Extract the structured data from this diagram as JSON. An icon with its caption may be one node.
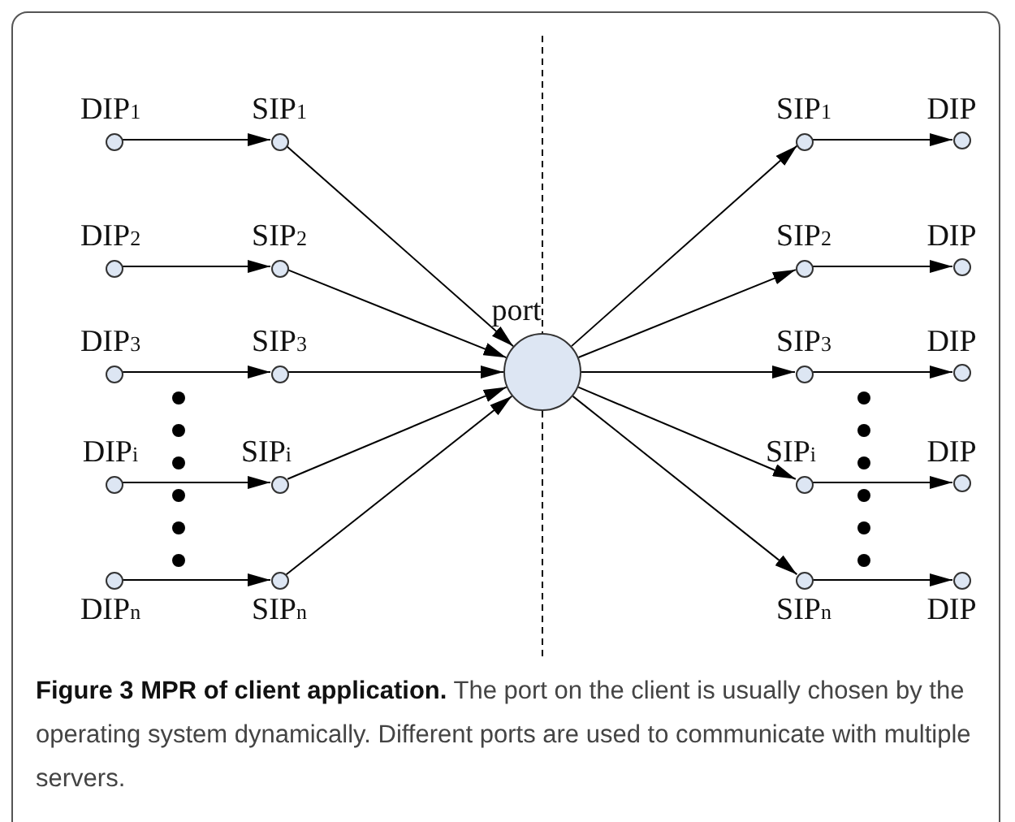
{
  "diagram": {
    "caption": "**Figure 3 MPR of client application.** The port on the client is usually chosen by the operating system dynamically. Different ports are used to communicate with multiple servers.",
    "nodes": [
      {
        "text": [
          "DIP$_{1}$"
        ]
      },
      {
        "text": [
          "SIP$_{1}$"
        ]
      },
      {
        "text": [
          "DIP$_{2}$"
        ]
      },
      {
        "text": [
          "SIP$_{2}$"
        ]
      },
      {
        "text": [
          "DIP$_{3}$"
        ]
      },
      {
        "text": [
          "SIP$_{3}$"
        ]
      },
      {
        "text": [
          "DIP$_{i}$"
        ]
      },
      {
        "text": [
          "SIP$_{i}$"
        ]
      },
      {
        "text": [
          "DIP$_{n}$"
        ]
      },
      {
        "text": [
          "SIP$_{n}$"
        ]
      },
      {
        "text": [
          "port"
        ]
      },
      {
        "text": [
          "SIP$_{1}$"
        ]
      },
      {
        "text": [
          "DIP"
        ]
      },
      {
        "text": [
          "SIP$_{2}$"
        ]
      },
      {
        "text": [
          "DIP"
        ]
      },
      {
        "text": [
          "SIP$_{3}$"
        ]
      },
      {
        "text": [
          "DIP"
        ]
      },
      {
        "text": [
          "SIP$_{i}$"
        ]
      },
      {
        "text": [
          "DIP"
        ]
      },
      {
        "text": [
          "SIP$_{n}$"
        ]
      },
      {
        "text": [
          "DIP"
        ]
      }
    ],
    "edges": [
      {
        "from": 0,
        "to": 1,
        "arrow": "to"
      },
      {
        "from": 2,
        "to": 3,
        "arrow": "to"
      },
      {
        "from": 4,
        "to": 5,
        "arrow": "to"
      },
      {
        "from": 6,
        "to": 7,
        "arrow": "to"
      },
      {
        "from": 8,
        "to": 9,
        "arrow": "to"
      },
      {
        "from": 1,
        "to": 10,
        "arrow": "to"
      },
      {
        "from": 3,
        "to": 10,
        "arrow": "to"
      },
      {
        "from": 5,
        "to": 10,
        "arrow": "to"
      },
      {
        "from": 7,
        "to": 10,
        "arrow": "to"
      },
      {
        "from": 9,
        "to": 10,
        "arrow": "to"
      },
      {
        "from": 10,
        "to": 11,
        "arrow": "to"
      },
      {
        "from": 10,
        "to": 13,
        "arrow": "to"
      },
      {
        "from": 10,
        "to": 15,
        "arrow": "to"
      },
      {
        "from": 10,
        "to": 17,
        "arrow": "to"
      },
      {
        "from": 10,
        "to": 19,
        "arrow": "to"
      },
      {
        "from": 11,
        "to": 12,
        "arrow": "to"
      },
      {
        "from": 13,
        "to": 14,
        "arrow": "to"
      },
      {
        "from": 15,
        "to": 16,
        "arrow": "to"
      },
      {
        "from": 17,
        "to": 18,
        "arrow": "to"
      },
      {
        "from": 19,
        "to": 20,
        "arrow": "to"
      }
    ]
  }
}
